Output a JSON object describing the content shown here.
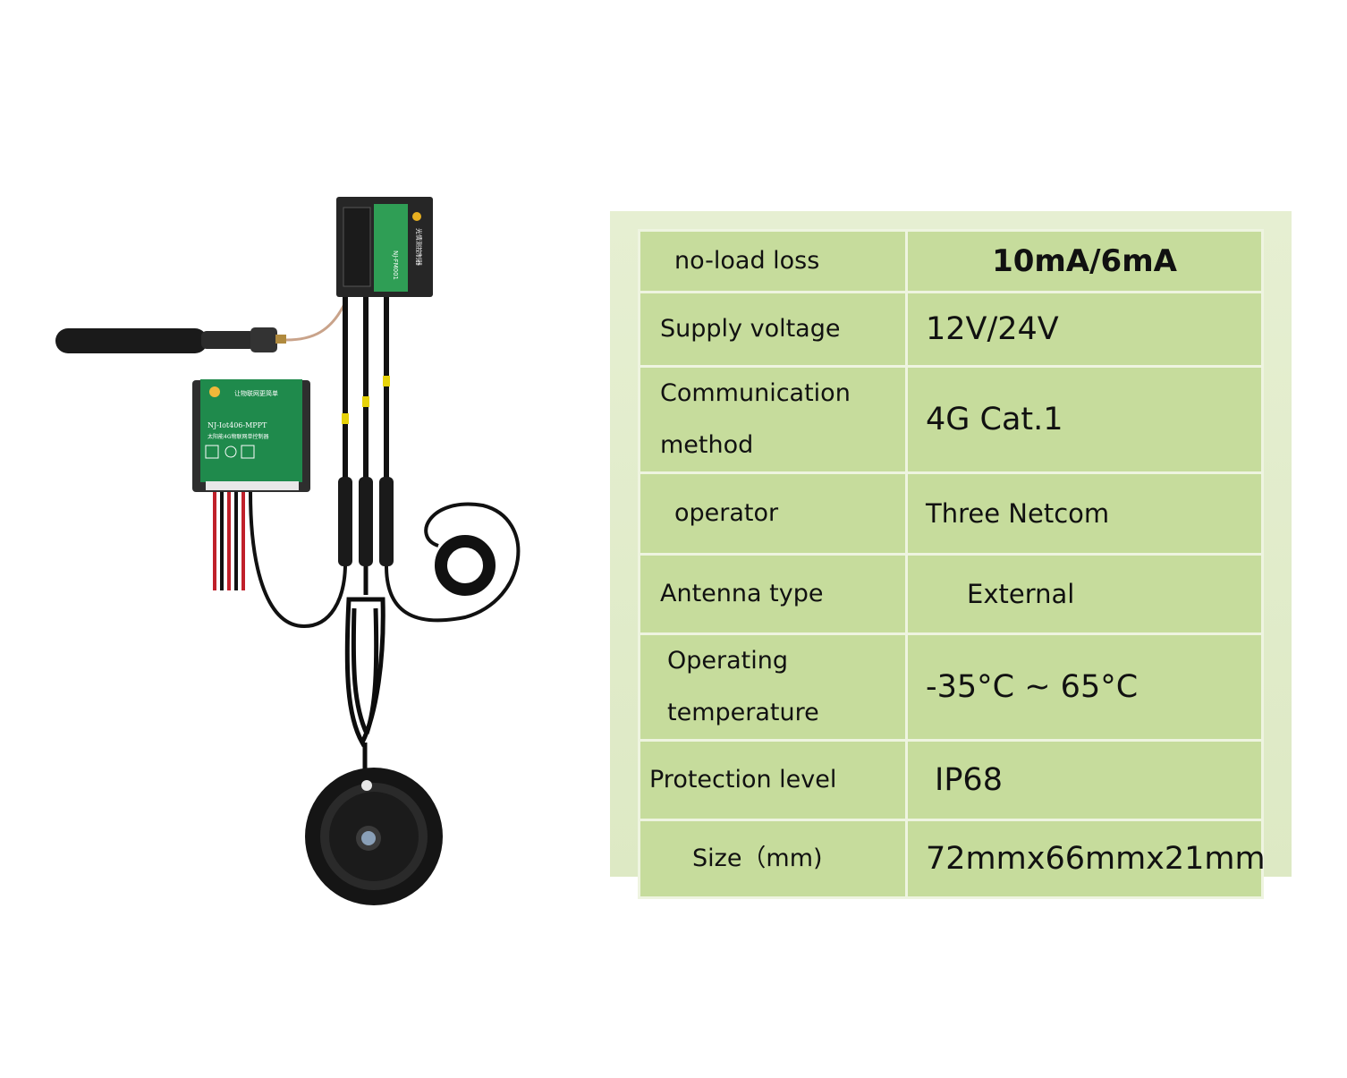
{
  "product": {
    "controller_brand": "让物联网更简单",
    "controller_model": "NJ-Iot406-MPPT",
    "controller_desc": "太阳能4G物联网单控制器",
    "sensor_model": "NJ-FM001",
    "sensor_name": "光情测控制器"
  },
  "spec_table": {
    "rows": [
      {
        "label": "no-load loss",
        "value": "10mA/6mA"
      },
      {
        "label": "Supply voltage",
        "value": "12V/24V"
      },
      {
        "label": "Communication method",
        "value": "4G Cat.1"
      },
      {
        "label": "operator",
        "value": "Three Netcom"
      },
      {
        "label": "Antenna type",
        "value": "External"
      },
      {
        "label": "Operating temperature",
        "value": "-35°C ~ 65°C"
      },
      {
        "label": "Protection level",
        "value": "IP68"
      },
      {
        "label": "Size（mm)",
        "value": "72mmx66mmx21mm"
      }
    ]
  },
  "colors": {
    "table_cell": "#c6dc9c",
    "table_border": "#eef4e0",
    "panel_bg": "#e2ecca",
    "controller_green": "#1f8a4c"
  }
}
